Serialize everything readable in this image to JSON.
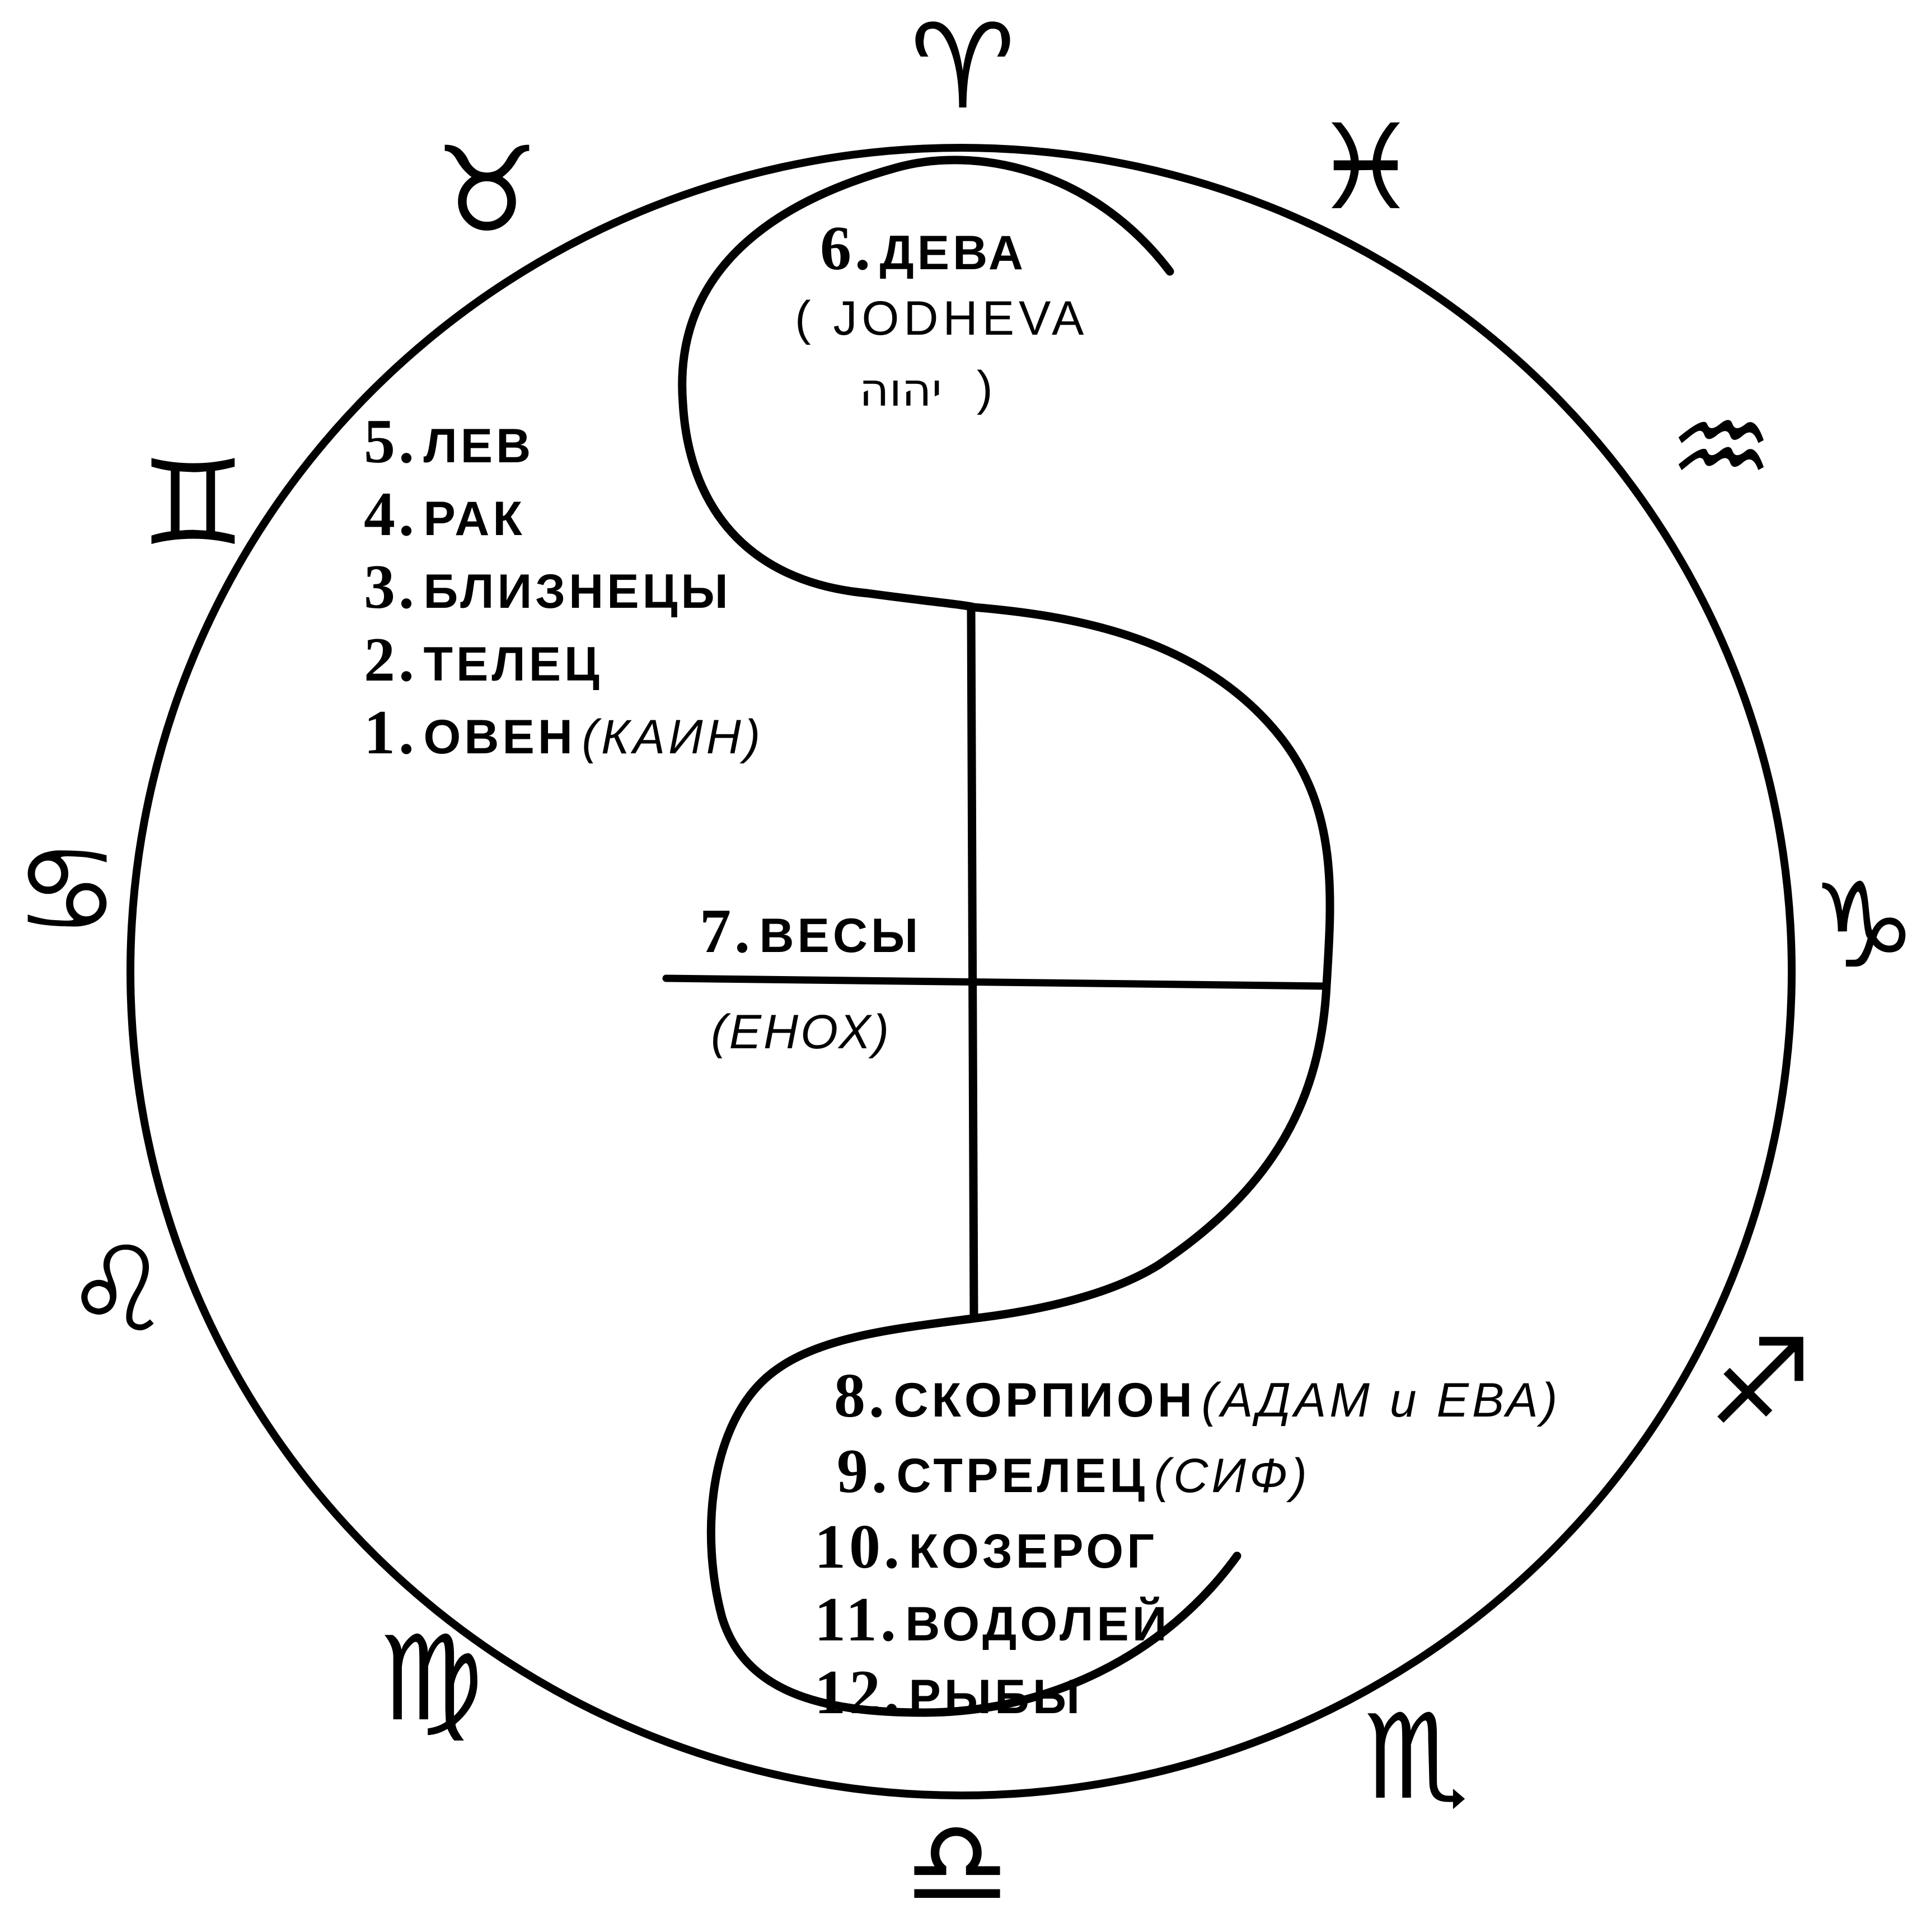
{
  "zodiac_symbols": [
    {
      "id": "aries",
      "glyph": "♈"
    },
    {
      "id": "pisces",
      "glyph": "♓"
    },
    {
      "id": "aquarius",
      "glyph": "♒"
    },
    {
      "id": "capricorn",
      "glyph": "♑"
    },
    {
      "id": "sagittarius",
      "glyph": "♐"
    },
    {
      "id": "scorpio",
      "glyph": "♏"
    },
    {
      "id": "libra",
      "glyph": "♎"
    },
    {
      "id": "virgo",
      "glyph": "♍"
    },
    {
      "id": "leo",
      "glyph": "♌"
    },
    {
      "id": "cancer",
      "glyph": "♋"
    },
    {
      "id": "gemini",
      "glyph": "♊"
    },
    {
      "id": "taurus",
      "glyph": "♉"
    }
  ],
  "top_label": {
    "num": "6.",
    "name": "ДЕВА",
    "line2": "( JODHEVA",
    "hebrew": "יהוה",
    "close": ")"
  },
  "left_list": [
    {
      "num": "5.",
      "name": "ЛЕВ",
      "paren": ""
    },
    {
      "num": "4.",
      "name": "РАК",
      "paren": ""
    },
    {
      "num": "3.",
      "name": "БЛИЗНЕЦЫ",
      "paren": ""
    },
    {
      "num": "2.",
      "name": "ТЕЛЕЦ",
      "paren": ""
    },
    {
      "num": "1.",
      "name": "ОВЕН",
      "paren": "(КАИН)"
    }
  ],
  "middle_label": {
    "num": "7.",
    "name": "ВЕСЫ",
    "paren": "(ЕНОХ)"
  },
  "bottom_list": [
    {
      "num": "8.",
      "name": "СКОРПИОН",
      "paren": "(АДАМ и ЕВА)"
    },
    {
      "num": "9.",
      "name": "СТРЕЛЕЦ",
      "paren": "(СИФ)"
    },
    {
      "num": "10.",
      "name": "КОЗЕРОГ",
      "paren": ""
    },
    {
      "num": "11.",
      "name": "ВОДОЛЕЙ",
      "paren": ""
    },
    {
      "num": "12.",
      "name": "РЫБЫ",
      "paren": ""
    }
  ]
}
